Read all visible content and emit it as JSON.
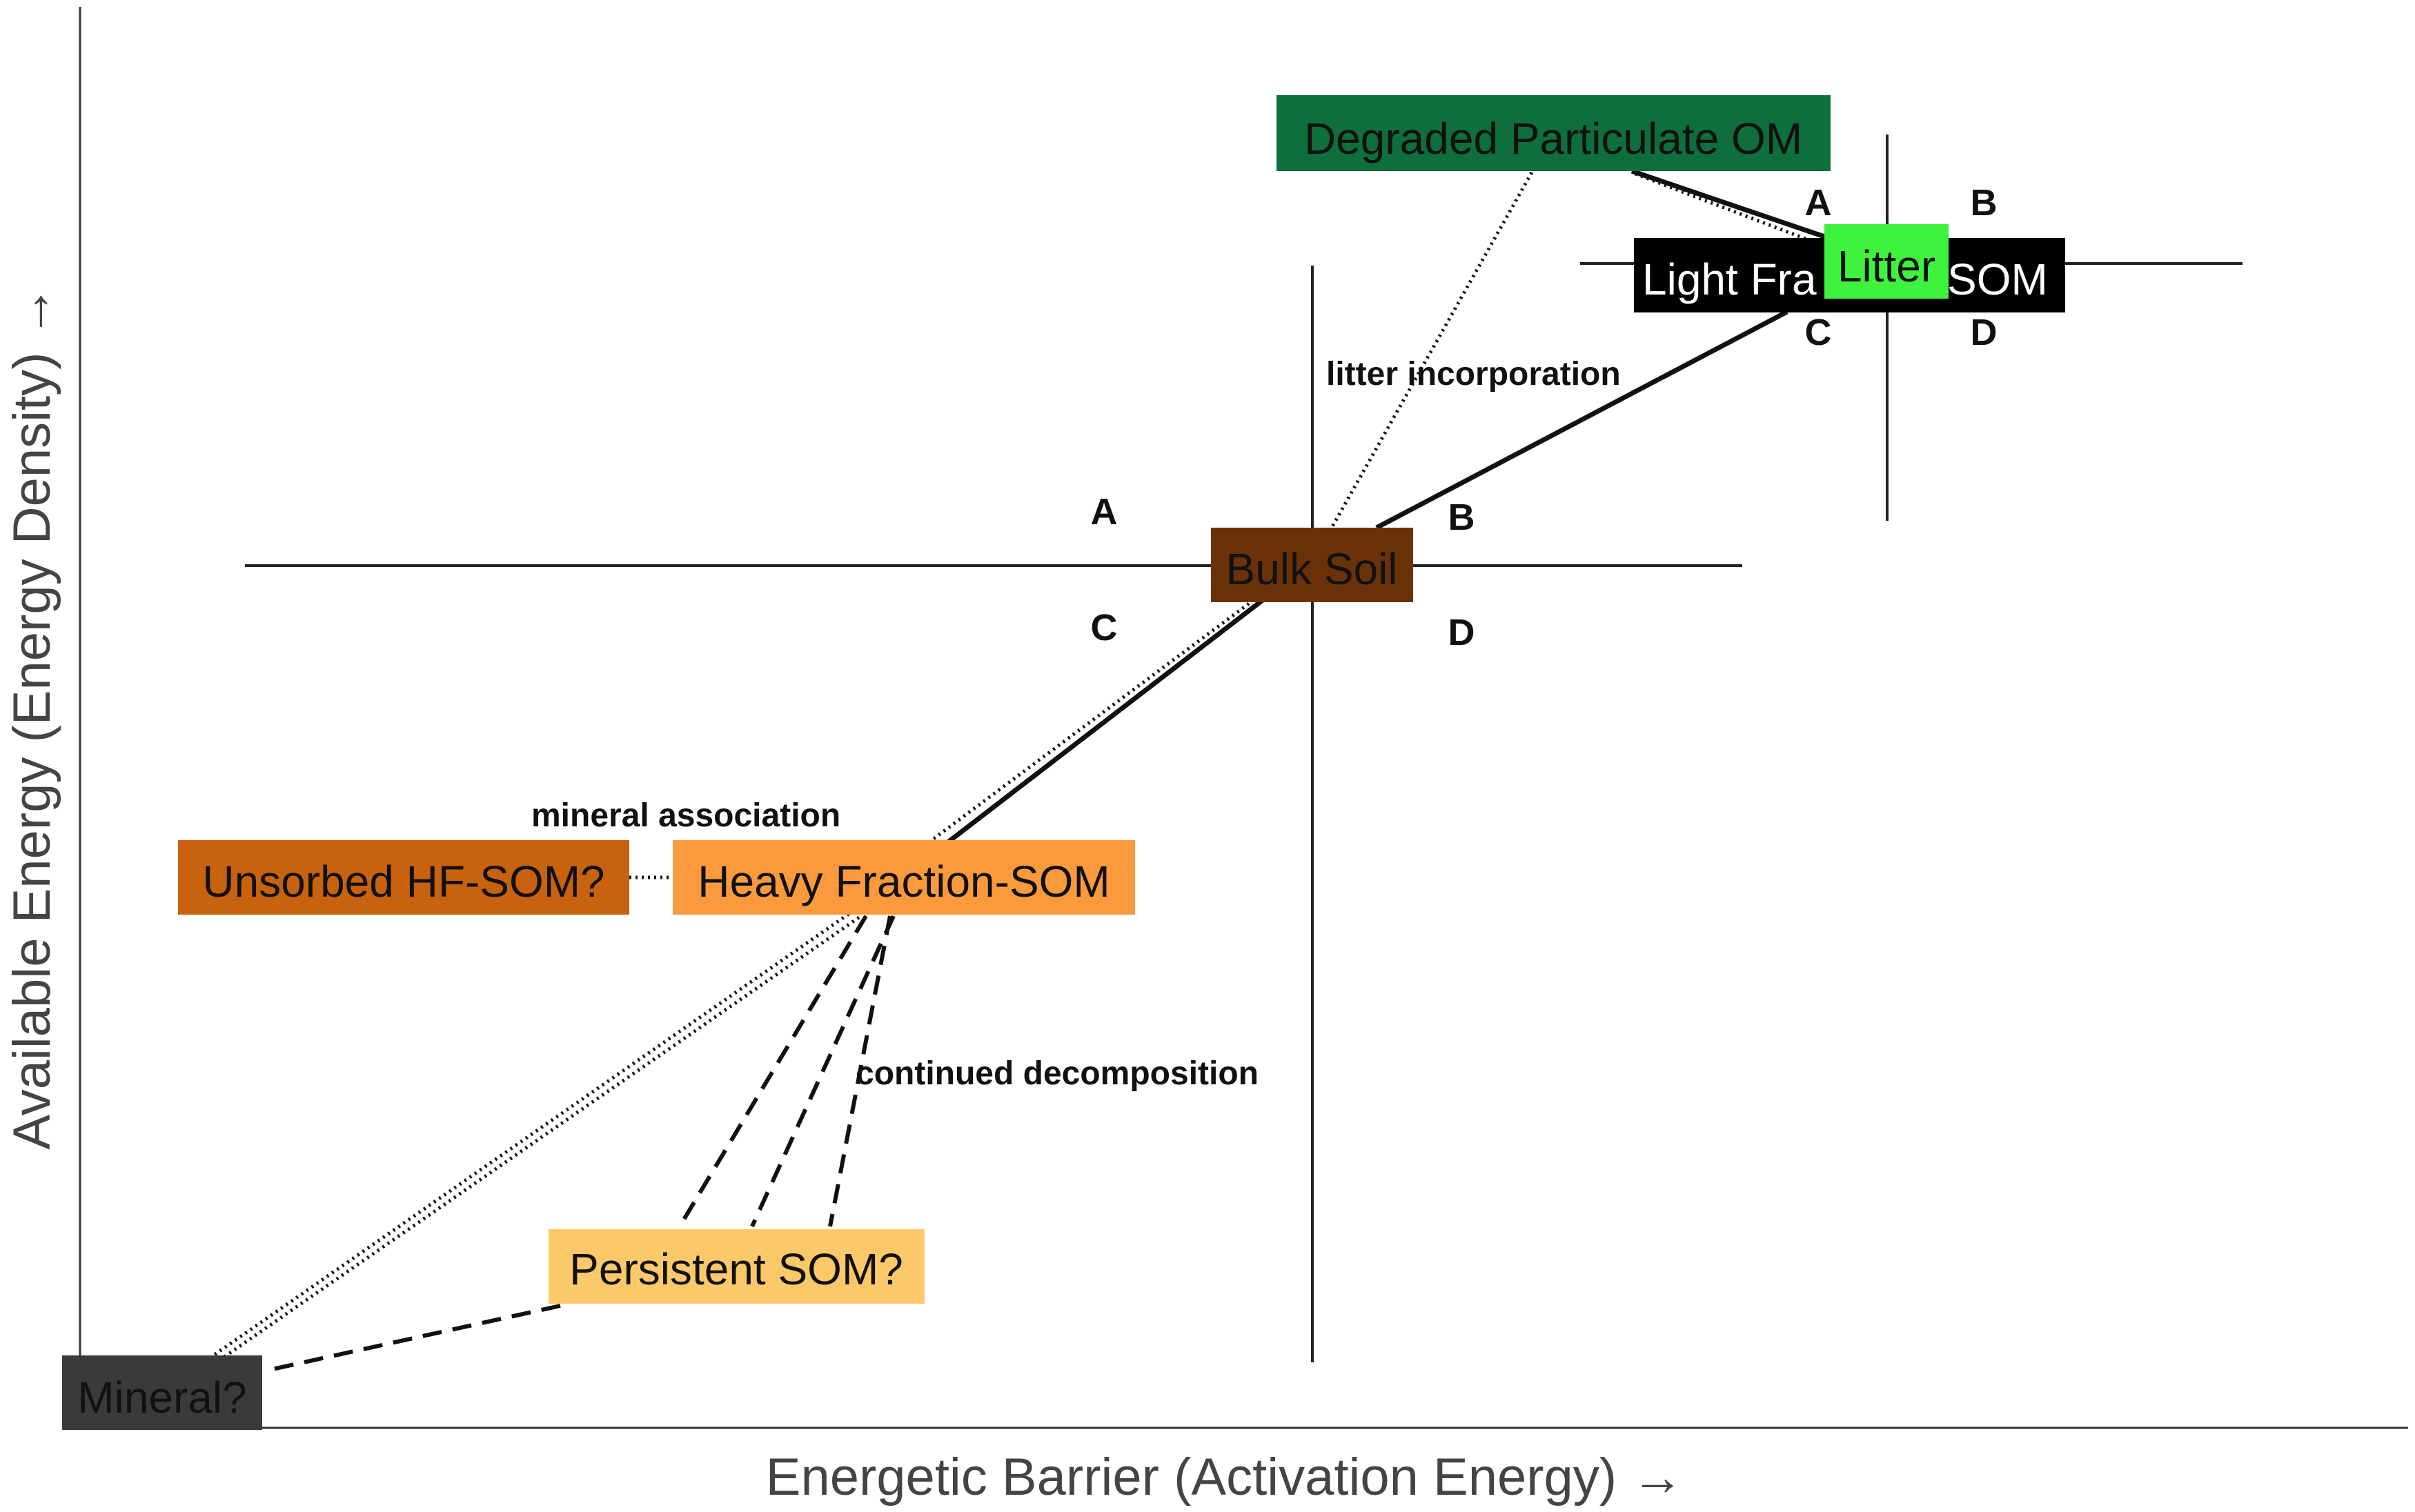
{
  "axes": {
    "x_title": "Energetic Barrier (Activation Energy) →",
    "y_title": "Available Energy (Energy Density) →"
  },
  "nodes": {
    "degraded_pom": {
      "label": "Degraded Particulate OM",
      "color": "#0e6e3c"
    },
    "light_fraction": {
      "label_left": "Light Fra",
      "label_right": "SOM",
      "color": "#000000"
    },
    "litter": {
      "label": "Litter",
      "color": "#3ef23e"
    },
    "bulk_soil": {
      "label": "Bulk Soil",
      "color": "#6b3209"
    },
    "unsorbed_hf": {
      "label": "Unsorbed HF-SOM?",
      "color": "#c9620e"
    },
    "heavy_fraction": {
      "label": "Heavy Fraction-SOM",
      "color": "#fb9a3c"
    },
    "persistent_som": {
      "label": "Persistent SOM?",
      "color": "#fcc96a"
    },
    "mineral": {
      "label": "Mineral?",
      "color": "#3a3a3a"
    }
  },
  "quadrants": {
    "bulk": {
      "a": "A",
      "b": "B",
      "c": "C",
      "d": "D"
    },
    "litter": {
      "a": "A",
      "b": "B",
      "c": "C",
      "d": "D"
    }
  },
  "edge_labels": {
    "litter_incorporation": "litter incorporation",
    "mineral_association": "mineral association",
    "continued_decomposition": "continued decomposition"
  }
}
